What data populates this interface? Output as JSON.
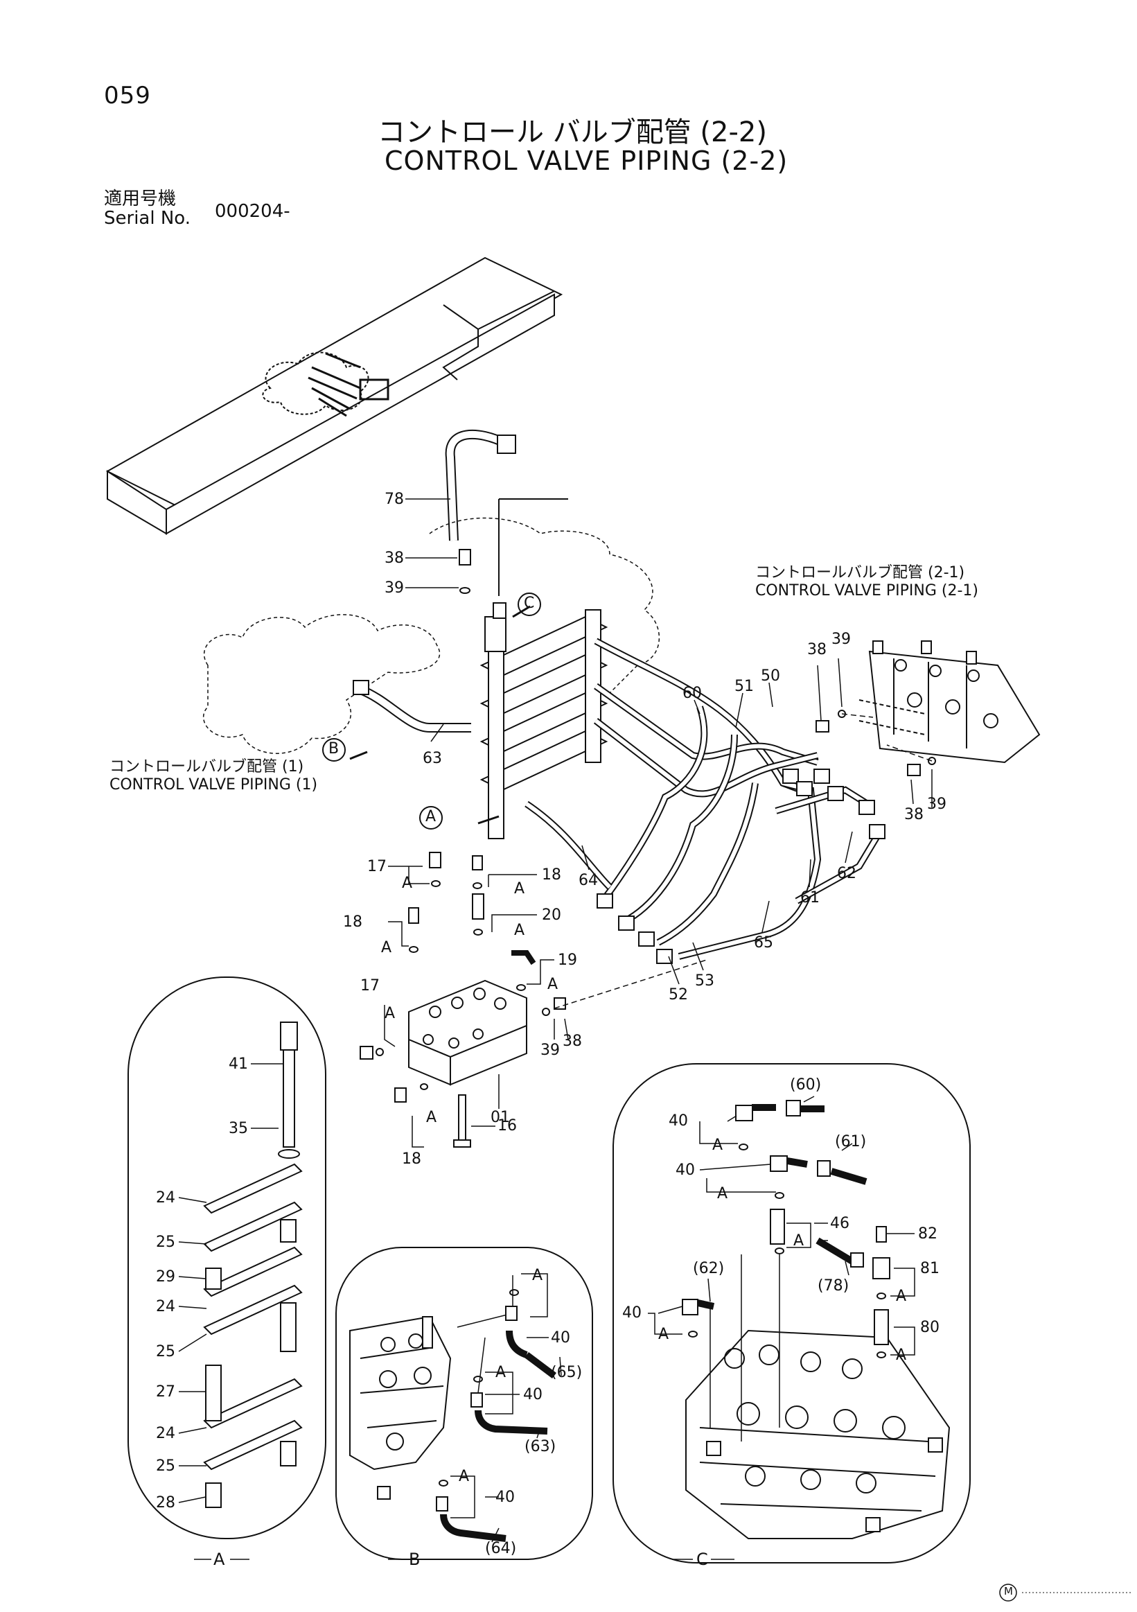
{
  "page": {
    "page_number": "059",
    "title_jp": "コントロール バルブ配管 (2-2)",
    "title_en": "CONTROL VALVE PIPING (2-2)",
    "serial_label_jp": "適用号機",
    "serial_label_en": "Serial No.",
    "serial_value": "000204-"
  },
  "refs": {
    "ref21_jp": "コントロールバルブ配管 (2-1)",
    "ref21_en": "CONTROL VALVE PIPING (2-1)",
    "ref1_jp": "コントロールバルブ配管 (1)",
    "ref1_en": "CONTROL VALVE PIPING (1)"
  },
  "views": {
    "A": "A",
    "B": "B",
    "C": "C"
  },
  "callouts": {
    "A": "A",
    "B": "B",
    "C": "C"
  },
  "main_labels": {
    "p78": "78",
    "p38a": "38",
    "p39a": "39",
    "p63": "63",
    "p60": "60",
    "p51": "51",
    "p50": "50",
    "p38b": "38",
    "p39b": "39",
    "p38c": "38",
    "p39c": "39",
    "p62": "62",
    "p61": "61",
    "p65": "65",
    "p53": "53",
    "p52": "52",
    "p64": "64",
    "p17a": "17",
    "p18a": "18",
    "p18b": "18",
    "p20": "20",
    "p19": "19",
    "p17b": "17",
    "p39d": "39",
    "p38d": "38",
    "p01": "01",
    "p16": "16",
    "p18c": "18",
    "aA1": "A",
    "aA2": "A",
    "aA3": "A",
    "aA4": "A",
    "aA5": "A",
    "aA6": "A",
    "aA7": "A"
  },
  "view_a_labels": {
    "p41": "41",
    "p35": "35",
    "p24a": "24",
    "p25a": "25",
    "p29": "29",
    "p24b": "24",
    "p25b": "25",
    "p27": "27",
    "p24c": "24",
    "p25c": "25",
    "p28": "28"
  },
  "view_b_labels": {
    "p40a": "40",
    "p65": "(65)",
    "p40b": "40",
    "p63": "(63)",
    "p40c": "40",
    "p64": "(64)",
    "aA1": "A",
    "aA2": "A",
    "aA3": "A"
  },
  "view_c_labels": {
    "p60": "(60)",
    "p40a": "40",
    "p61": "(61)",
    "p40b": "40",
    "p46": "46",
    "p78": "(78)",
    "p82": "82",
    "p81": "81",
    "p62": "(62)",
    "p40c": "40",
    "p80": "80",
    "aA1": "A",
    "aA2": "A",
    "aA3": "A",
    "aA4": "A",
    "aA5": "A",
    "aA6": "A"
  },
  "footer": {
    "mark": "M"
  }
}
